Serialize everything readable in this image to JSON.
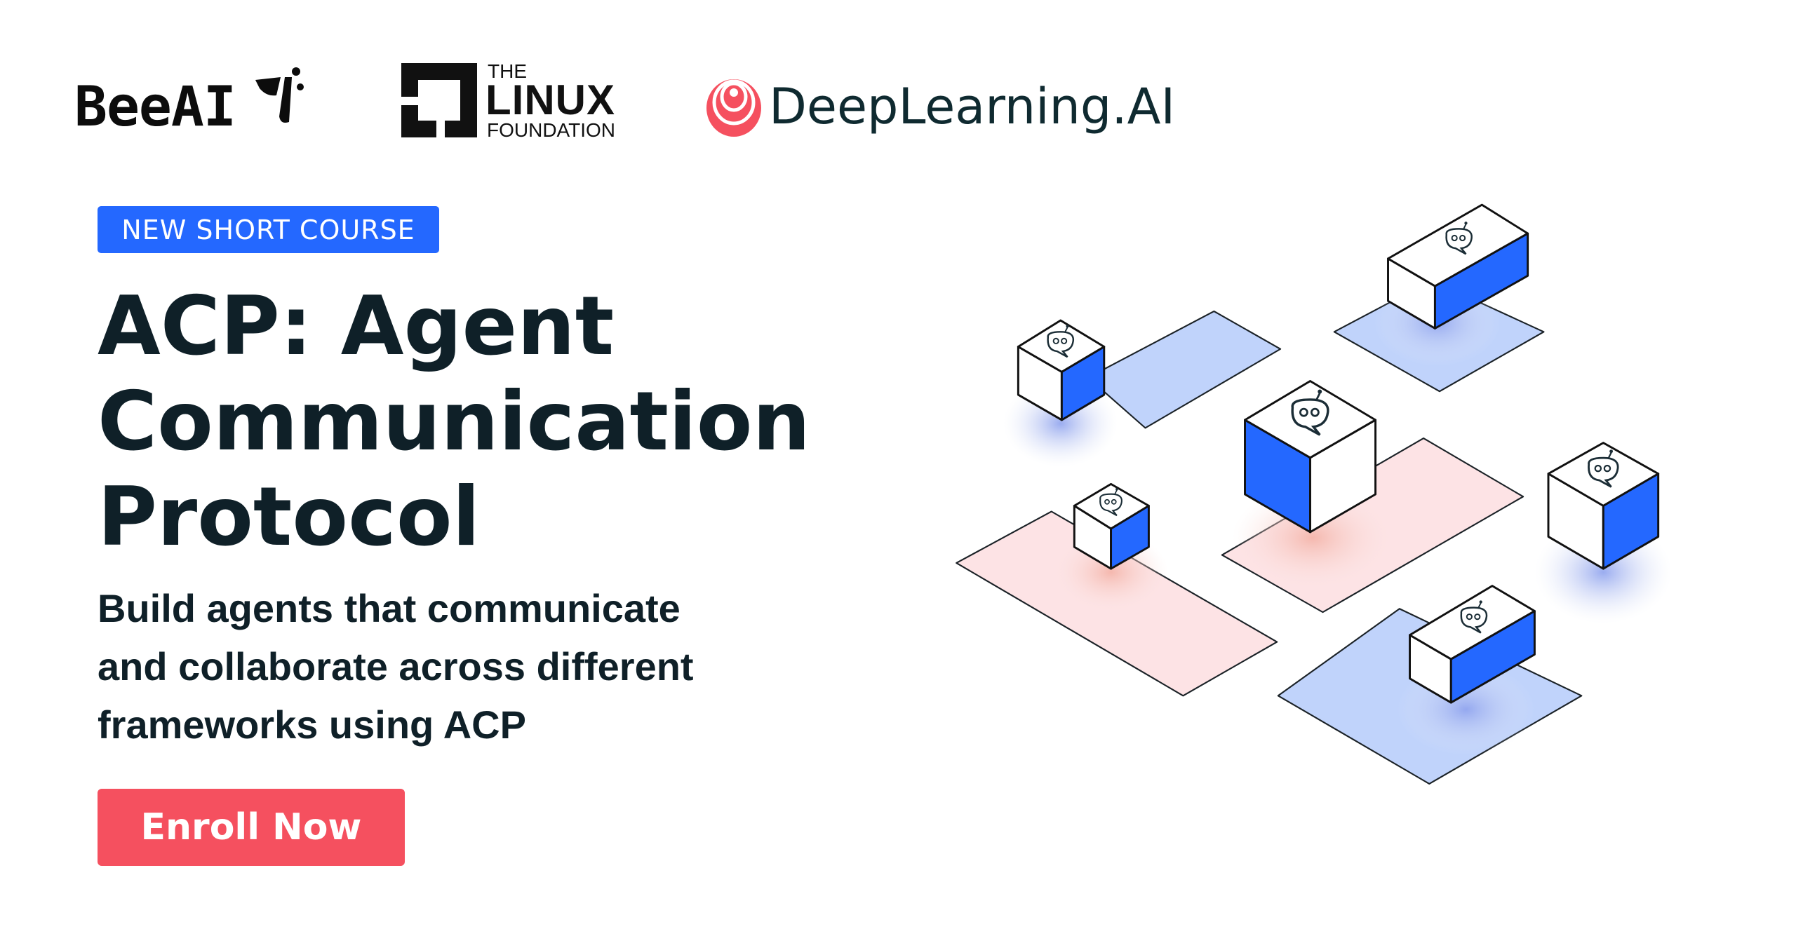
{
  "logos": {
    "beeai": "BeeAI",
    "linux_the": "THE",
    "linux_name": "LINUX",
    "linux_foundation": "FOUNDATION",
    "deeplearning": "DeepLearning.AI"
  },
  "badge": "NEW SHORT COURSE",
  "title_lines": [
    "ACP: Agent",
    "Communication",
    "Protocol"
  ],
  "subtitle_lines": [
    "Build agents that communicate",
    "and collaborate across different",
    "frameworks using ACP"
  ],
  "cta": "Enroll Now",
  "colors": {
    "accent_blue": "#2468ff",
    "cta_red": "#f5505f",
    "plane_blue": "#c0d3fb",
    "plane_pink": "#fde3e5",
    "text": "#0f2028"
  }
}
